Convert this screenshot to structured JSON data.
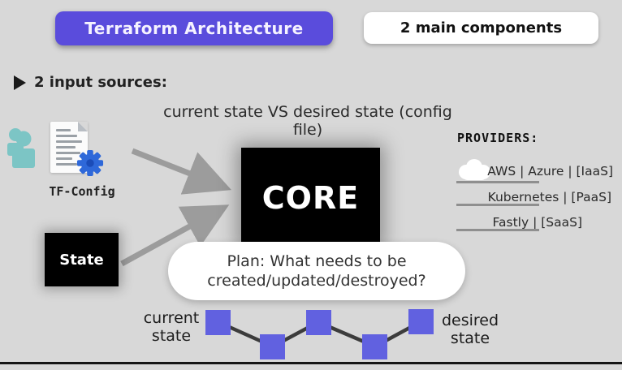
{
  "title_banner": {
    "label": "Terraform Architecture"
  },
  "components_box": {
    "label": "2 main components"
  },
  "input_sources": {
    "label": "2 input sources:"
  },
  "comparison_caption": "current state VS desired state (config file)",
  "tf_config": {
    "label": "TF-Config"
  },
  "core": {
    "label": "CORE"
  },
  "state_box": {
    "label": "State"
  },
  "providers": {
    "heading": "PROVIDERS:",
    "rows": [
      {
        "label": "AWS | Azure | [IaaS]"
      },
      {
        "label": "Kubernetes | [PaaS]"
      },
      {
        "label": "Fastly | [SaaS]"
      }
    ]
  },
  "plan_bubble": {
    "line1": "Plan: What needs to be",
    "line2": "created/updated/destroyed?"
  },
  "zigzag": {
    "left_label": "current state",
    "right_label": "desired state"
  },
  "colors": {
    "background": "#d8d8d8",
    "accent_purple": "#5a4cdc",
    "square_purple": "#6161e0",
    "teal": "#7cc5c5",
    "gear_blue": "#2e68d9",
    "arrow_gray": "#9c9c9c",
    "box_black": "#000000"
  }
}
